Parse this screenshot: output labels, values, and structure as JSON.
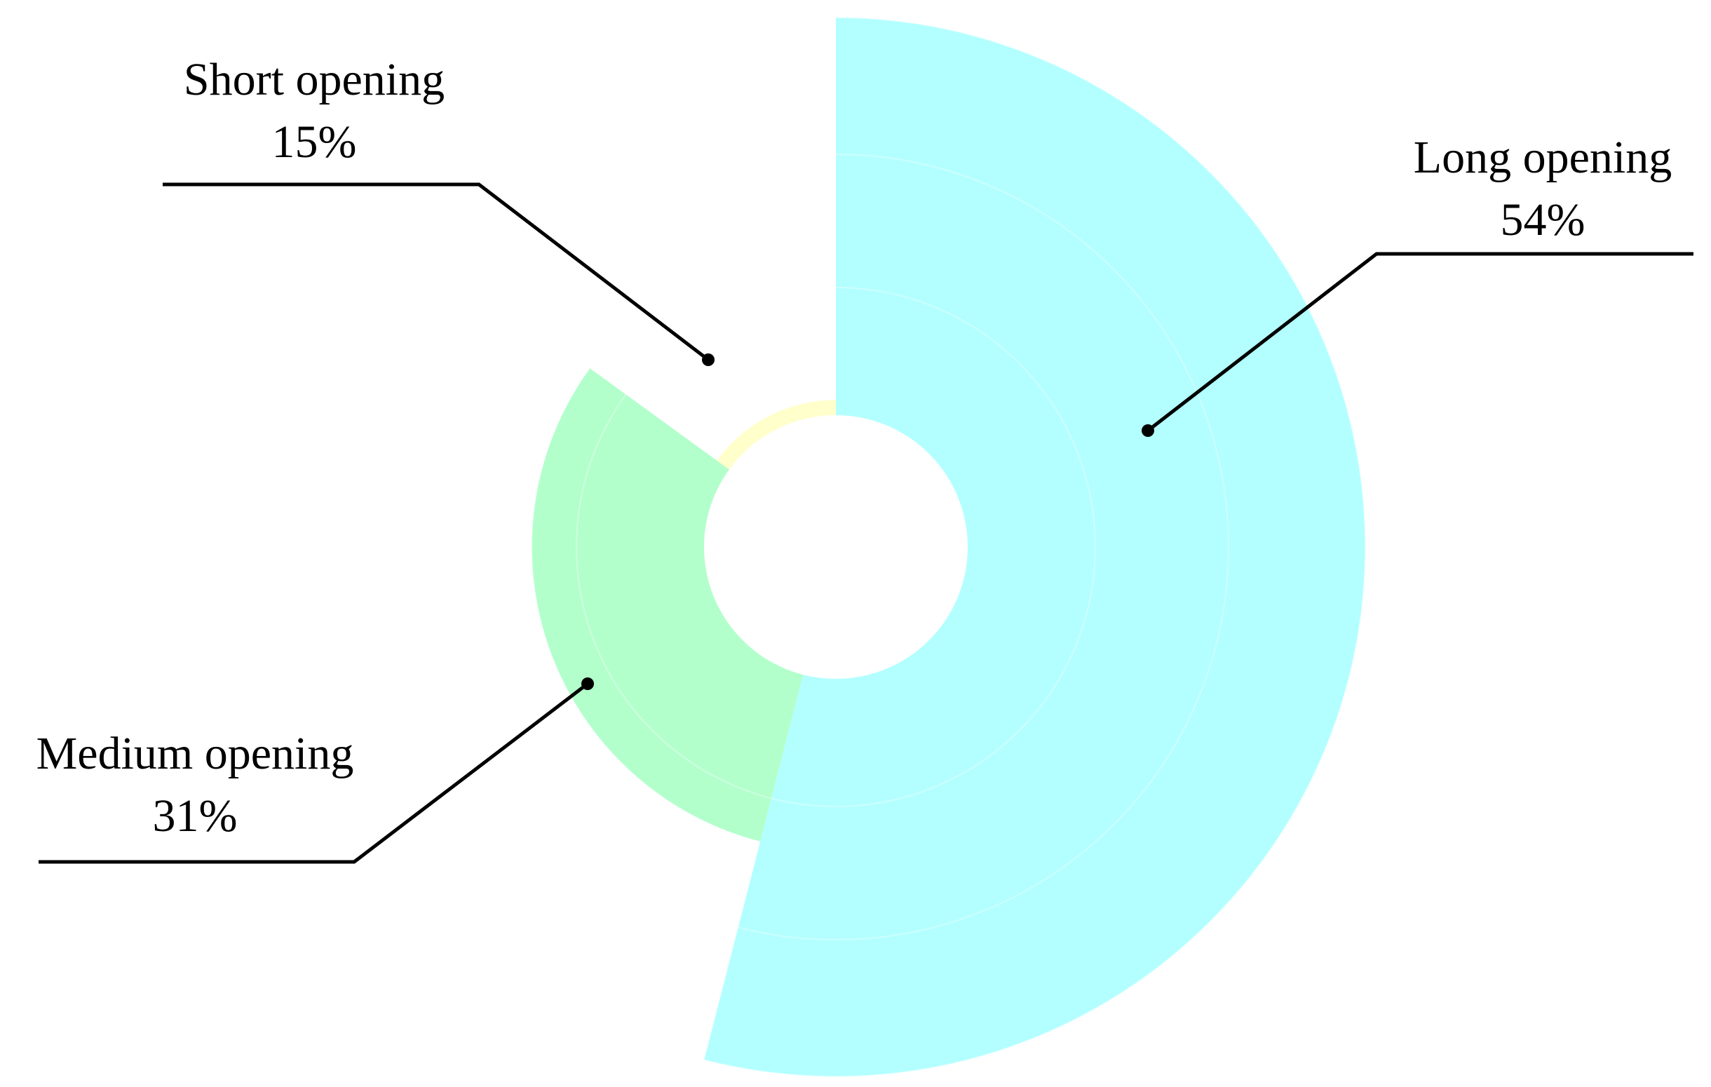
{
  "chart_data": {
    "type": "pie",
    "variant": "nightingale-rose",
    "title": "",
    "categories": [
      "Long opening",
      "Medium opening",
      "Short opening"
    ],
    "values": [
      54,
      31,
      15
    ],
    "value_labels": [
      "54%",
      "31%",
      "15%"
    ],
    "colors": [
      "#b3ffff",
      "#b3ffcc",
      "#ffffcc"
    ],
    "legend": "none",
    "grid": true
  }
}
